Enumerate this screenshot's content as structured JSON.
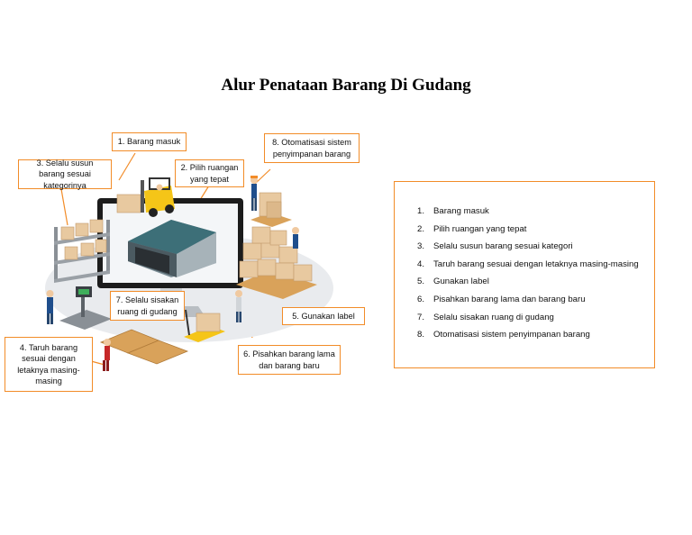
{
  "title": "Alur Penataan Barang Di Gudang",
  "callouts": {
    "c1": "1. Barang masuk",
    "c2": "2. Pilih ruangan yang tepat",
    "c3": "3. Selalu susun barang sesuai kategorinya",
    "c4": "4. Taruh barang sesuai dengan letaknya masing-masing",
    "c5": "5. Gunakan label",
    "c6": "6. Pisahkan barang lama dan barang baru",
    "c7": "7. Selalu sisakan ruang di gudang",
    "c8": "8. Otomatisasi sistem penyimpanan barang"
  },
  "steps": [
    {
      "num": "1.",
      "text": "Barang masuk"
    },
    {
      "num": "2.",
      "text": "Pilih ruangan yang tepat"
    },
    {
      "num": "3.",
      "text": "Selalu susun barang sesuai kategori"
    },
    {
      "num": "4.",
      "text": "Taruh barang sesuai dengan letaknya masing-masing"
    },
    {
      "num": "5.",
      "text": "Gunakan label"
    },
    {
      "num": "6.",
      "text": "Pisahkan barang lama dan barang baru"
    },
    {
      "num": "7.",
      "text": "Selalu sisakan ruang di gudang"
    },
    {
      "num": "8.",
      "text": "Otomatisasi sistem penyimpanan barang"
    }
  ],
  "colors": {
    "accent": "#f28c28",
    "warehouse_roof": "#3d6f78",
    "box": "#e8c9a0",
    "forklift": "#f5c518",
    "pallet": "#d9a25a",
    "monitor": "#1c1c1c"
  }
}
